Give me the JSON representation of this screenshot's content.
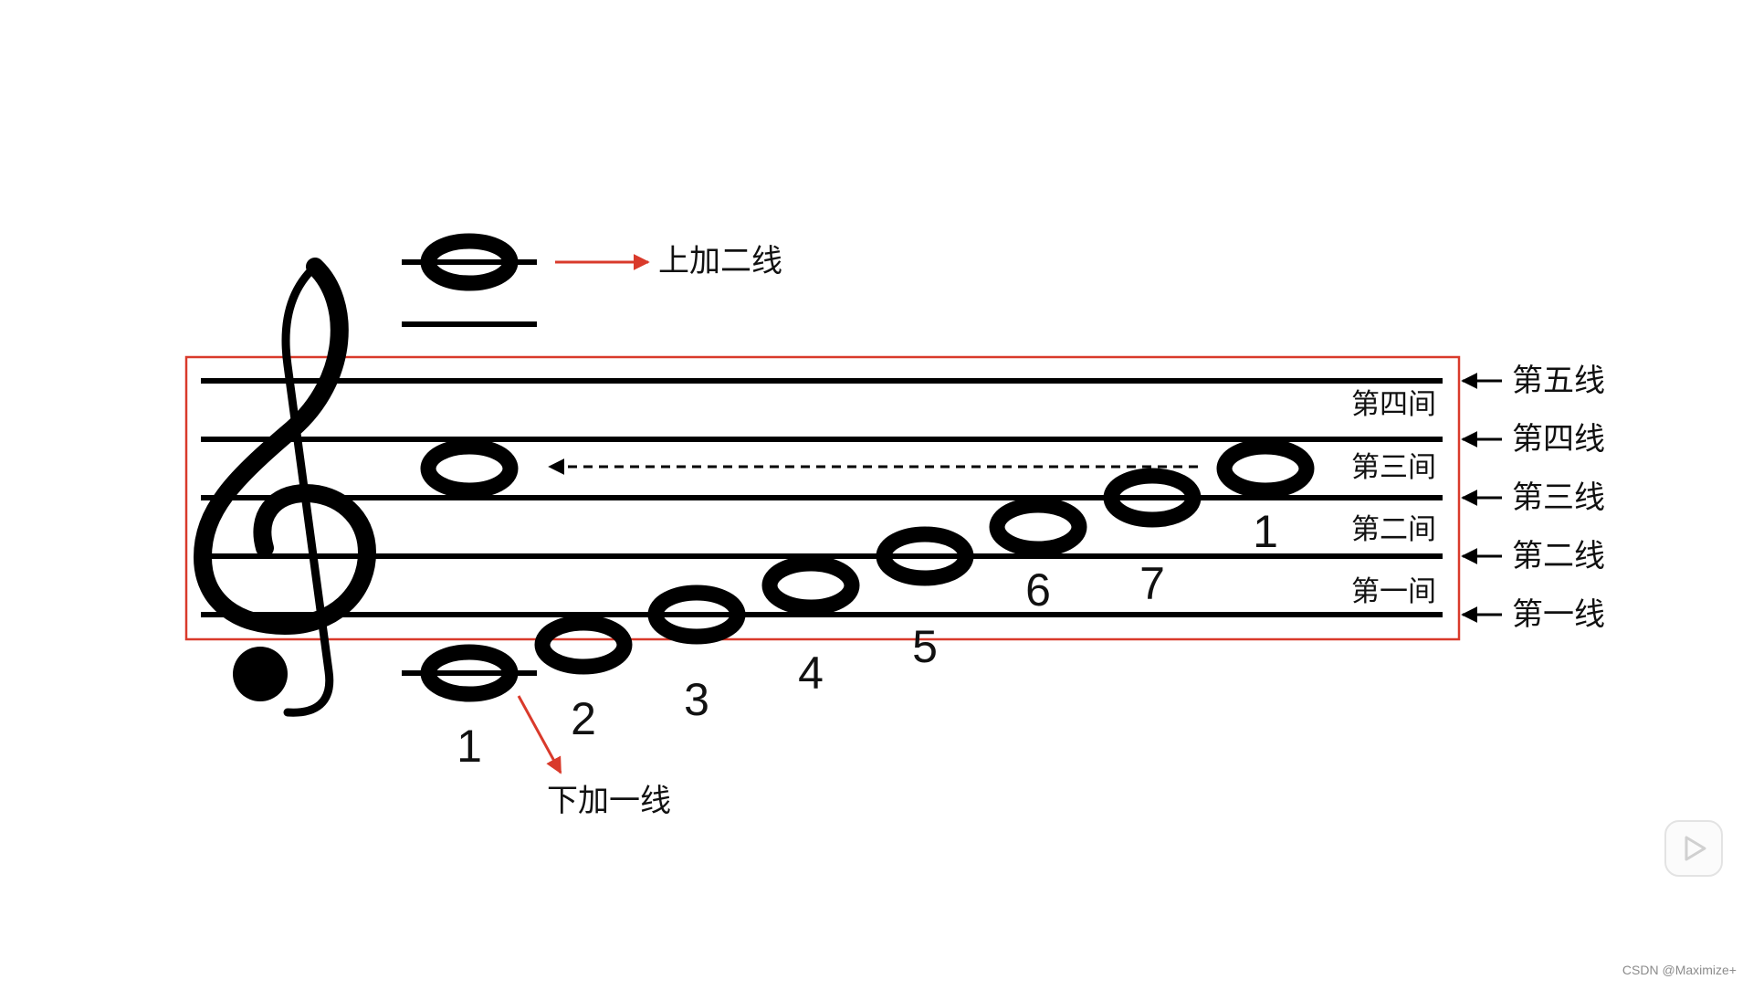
{
  "staff": {
    "line_labels": [
      "第一线",
      "第二线",
      "第三线",
      "第四线",
      "第五线"
    ],
    "space_labels": [
      "第一间",
      "第二间",
      "第三间",
      "第四间"
    ]
  },
  "ledger": {
    "above_label": "上加二线",
    "below_label": "下加一线"
  },
  "notes": {
    "numbers": [
      "1",
      "2",
      "3",
      "4",
      "5",
      "6",
      "7",
      "1"
    ]
  },
  "colors": {
    "highlight_box": "#d93a2b",
    "arrow_red": "#d93a2b",
    "ink": "#000000"
  },
  "footer": {
    "watermark": "CSDN @Maximize+"
  },
  "player": {
    "icon": "play-icon"
  }
}
